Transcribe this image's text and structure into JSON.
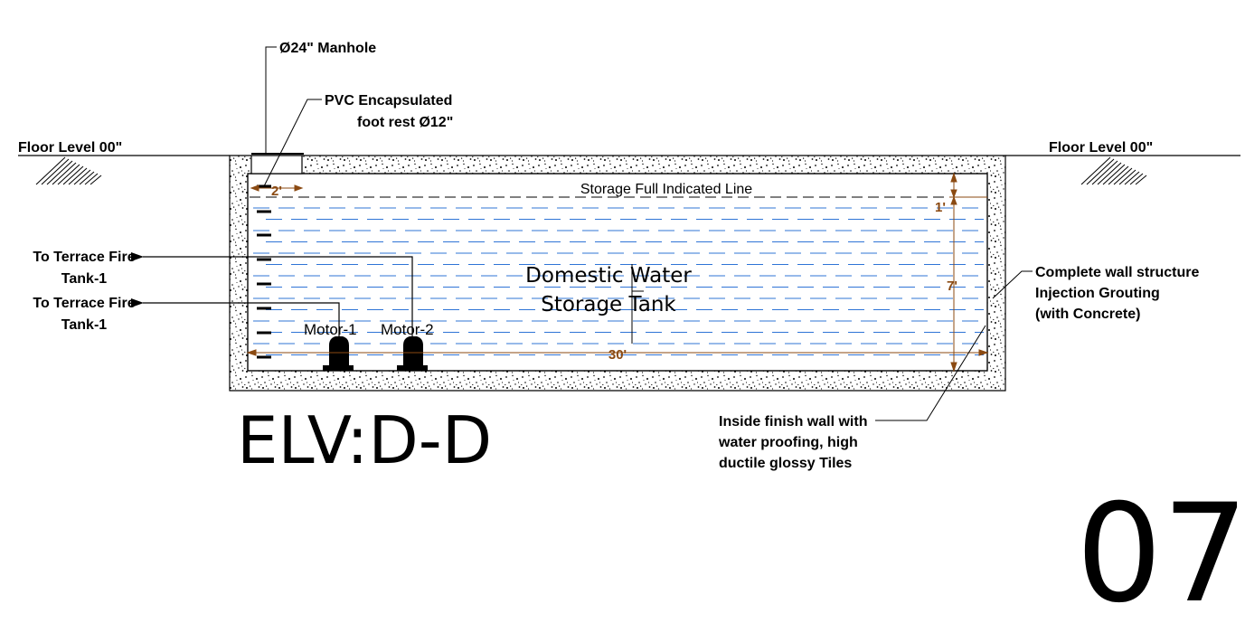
{
  "title": "ELV:D-D",
  "sheet_number": "07",
  "tank_label": {
    "line1": "Domestic Water",
    "line2": "Storage Tank"
  },
  "full_line_label": "Storage Full Indicated Line",
  "floor_level_left": "Floor Level 00\"",
  "floor_level_right": "Floor Level 00\"",
  "manhole_label": "Ø24\" Manhole",
  "foot_rest": {
    "line1": "PVC Encapsulated",
    "line2": "foot rest  Ø12\""
  },
  "outlet_1": {
    "line1": "To Terrace Fire",
    "line2": "Tank-1"
  },
  "outlet_2": {
    "line1": "To Terrace Fire",
    "line2": "Tank-1"
  },
  "motor_1": "Motor-1",
  "motor_2": "Motor-2",
  "dims": {
    "manhole_width": "2'",
    "freeboard": "1'",
    "depth": "7'",
    "length": "30'"
  },
  "wall_note": {
    "line1": "Complete wall structure",
    "line2": "Injection Grouting",
    "line3": "(with Concrete)"
  },
  "finish_note": {
    "line1": "Inside finish wall with",
    "line2": "water proofing, high",
    "line3": "ductile glossy Tiles"
  },
  "colors": {
    "ink": "#000000",
    "water": "#2f74d6",
    "dimension": "#8b4a12"
  }
}
